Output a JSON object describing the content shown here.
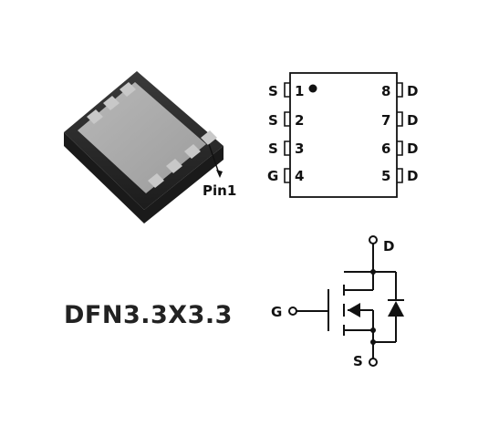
{
  "package": {
    "name": "DFN3.3X3.3",
    "pin1_label": "Pin1"
  },
  "pinout": {
    "left_pins": [
      {
        "name": "S",
        "number": "1"
      },
      {
        "name": "S",
        "number": "2"
      },
      {
        "name": "S",
        "number": "3"
      },
      {
        "name": "G",
        "number": "4"
      }
    ],
    "right_pins": [
      {
        "name": "D",
        "number": "8"
      },
      {
        "name": "D",
        "number": "7"
      },
      {
        "name": "D",
        "number": "6"
      },
      {
        "name": "D",
        "number": "5"
      }
    ]
  },
  "schematic": {
    "drain_label": "D",
    "gate_label": "G",
    "source_label": "S"
  },
  "colors": {
    "chip_body": "#2b2b2b",
    "chip_top": "#a8a8a8",
    "pad": "#c4c4c4",
    "line": "#111111"
  }
}
